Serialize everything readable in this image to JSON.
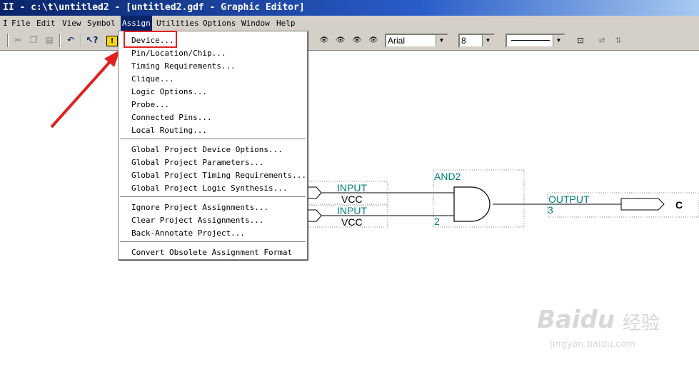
{
  "window": {
    "title": "II - c:\\t\\untitled2 - [untitled2.gdf - Graphic Editor]"
  },
  "menubar": {
    "items": [
      "File",
      "Edit",
      "View",
      "Symbol",
      "Assign",
      "Utilities",
      "Options",
      "Window",
      "Help"
    ],
    "active": "Assign"
  },
  "toolbar": {
    "font_value": "Arial",
    "size_value": "8",
    "tool_icons": [
      "cut-icon",
      "copy-icon",
      "paste-icon",
      "undo-icon",
      "help-pointer-icon",
      "warning-icon"
    ]
  },
  "assign_menu": {
    "group1": [
      "Device...",
      "Pin/Location/Chip...",
      "Timing Requirements...",
      "Clique...",
      "Logic Options...",
      "Probe...",
      "Connected Pins...",
      "Local Routing..."
    ],
    "group2": [
      "Global Project Device Options...",
      "Global Project Parameters...",
      "Global Project Timing Requirements...",
      "Global Project Logic Synthesis..."
    ],
    "group3": [
      "Ignore Project Assignments...",
      "Clear Project Assignments...",
      "Back-Annotate Project..."
    ],
    "group4": [
      "Convert Obsolete Assignment Format"
    ]
  },
  "schematic": {
    "input1_label": "INPUT",
    "input1_value": "VCC",
    "input2_label": "INPUT",
    "input2_value": "VCC",
    "gate_label": "AND2",
    "gate_number": "2",
    "output_label": "OUTPUT",
    "output_number": "3",
    "output_pin_name": "C",
    "label_color": "#008080"
  },
  "watermark": {
    "brand": "Baidu",
    "cn": "经验",
    "url": "jingyan.baidu.com"
  },
  "annotation": {
    "highlight_color": "#e02020"
  }
}
